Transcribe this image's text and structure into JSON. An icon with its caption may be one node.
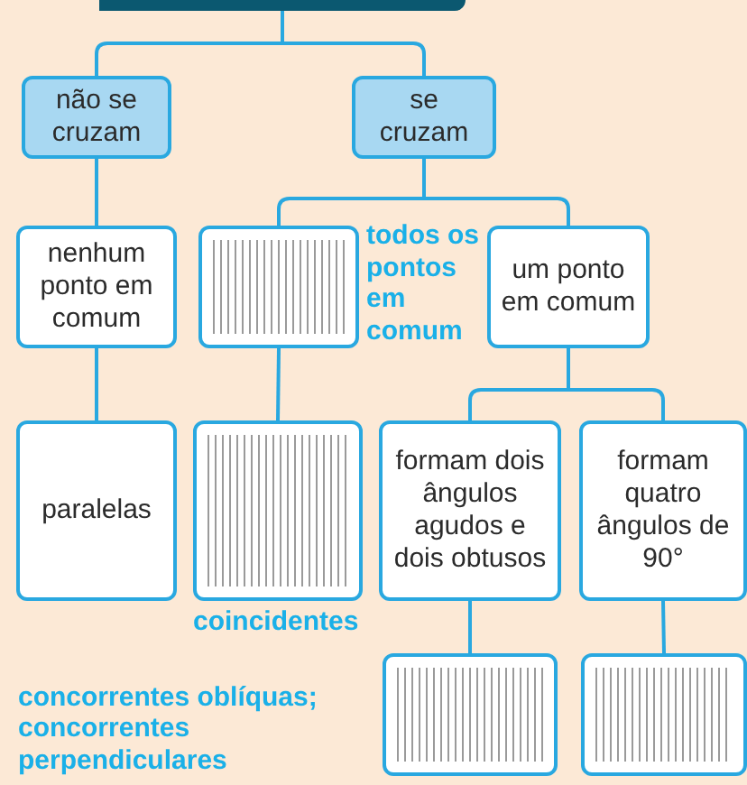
{
  "diagram": {
    "nodes": [
      {
        "text": [],
        "shape": "bar"
      },
      {
        "text": [
          "não se cruzam"
        ]
      },
      {
        "text": [
          "se cruzam"
        ]
      },
      {
        "text": [
          "nenhum ponto em comum"
        ]
      },
      {
        "text": [],
        "shape": "box",
        "beside": [
          "todos os pontos em comum"
        ]
      },
      {
        "text": [
          "um ponto em comum"
        ]
      },
      {
        "text": [
          "paralelas"
        ]
      },
      {
        "text": [],
        "shape": "box",
        "beside": [
          "coincidentes"
        ]
      },
      {
        "text": [
          "formam dois ângulos agudos e dois obtusos"
        ]
      },
      {
        "text": [
          "formam quatro ângulos de 90°"
        ]
      },
      {
        "text": [],
        "shape": "box"
      },
      {
        "text": [],
        "shape": "box"
      }
    ],
    "edges": [
      {
        "from": 0,
        "to": 1,
        "arrow": "none"
      },
      {
        "from": 0,
        "to": 2,
        "arrow": "none"
      },
      {
        "from": 1,
        "to": 3,
        "arrow": "none"
      },
      {
        "from": 2,
        "to": 4,
        "arrow": "none"
      },
      {
        "from": 2,
        "to": 5,
        "arrow": "none"
      },
      {
        "from": 3,
        "to": 6,
        "arrow": "none"
      },
      {
        "from": 4,
        "to": 7,
        "arrow": "none"
      },
      {
        "from": 5,
        "to": 8,
        "arrow": "none"
      },
      {
        "from": 5,
        "to": 9,
        "arrow": "none"
      },
      {
        "from": 8,
        "to": 10,
        "arrow": "none"
      },
      {
        "from": 9,
        "to": 11,
        "arrow": "none"
      }
    ],
    "labels": [
      "concorrentes oblíquas; concorrentes perpendiculares"
    ]
  }
}
